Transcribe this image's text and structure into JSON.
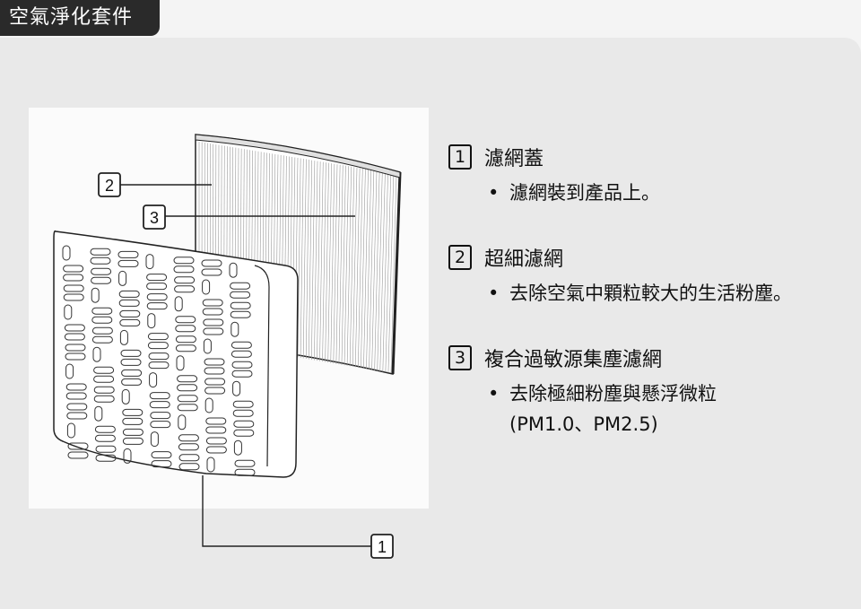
{
  "page": {
    "title": "空氣淨化套件"
  },
  "diagram": {
    "callouts": [
      {
        "number": "1"
      },
      {
        "number": "2"
      },
      {
        "number": "3"
      }
    ]
  },
  "legend": {
    "items": [
      {
        "number": "1",
        "name": "濾網蓋",
        "lines": [
          "濾網裝到產品上。"
        ]
      },
      {
        "number": "2",
        "name": "超細濾網",
        "lines": [
          "去除空氣中顆粒較大的生活粉塵。"
        ]
      },
      {
        "number": "3",
        "name": "複合過敏源集塵濾網",
        "lines": [
          "去除極細粉塵與懸浮微粒",
          "(PM1.0、PM2.5)"
        ]
      }
    ],
    "bullet": "•"
  },
  "colors": {
    "title_bg": "#2a2a2a",
    "panel_bg": "#e9e9e9",
    "figure_bg": "#fbfbfb",
    "ink": "#111111"
  }
}
